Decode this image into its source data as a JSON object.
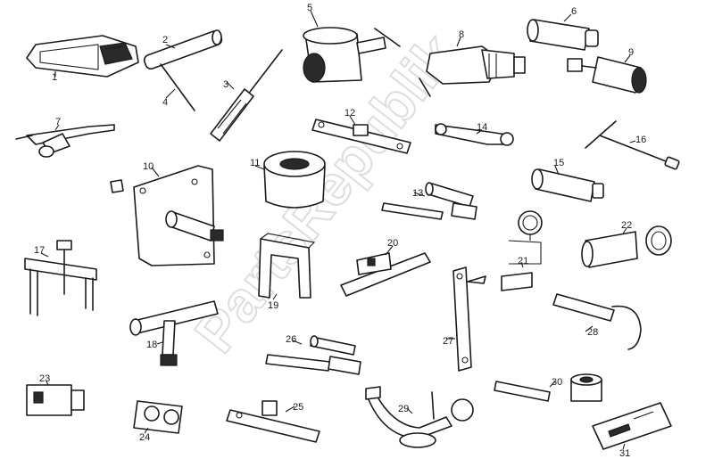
{
  "watermark": "PartsRepublik",
  "parts": [
    {
      "number": "1"
    },
    {
      "number": "2"
    },
    {
      "number": "3"
    },
    {
      "number": "4"
    },
    {
      "number": "5"
    },
    {
      "number": "6"
    },
    {
      "number": "7"
    },
    {
      "number": "8"
    },
    {
      "number": "9"
    },
    {
      "number": "10"
    },
    {
      "number": "11"
    },
    {
      "number": "12"
    },
    {
      "number": "13"
    },
    {
      "number": "14"
    },
    {
      "number": "15"
    },
    {
      "number": "16"
    },
    {
      "number": "17"
    },
    {
      "number": "18"
    },
    {
      "number": "19"
    },
    {
      "number": "20"
    },
    {
      "number": "21"
    },
    {
      "number": "22"
    },
    {
      "number": "23"
    },
    {
      "number": "24"
    },
    {
      "number": "25"
    },
    {
      "number": "26"
    },
    {
      "number": "27"
    },
    {
      "number": "28"
    },
    {
      "number": "29"
    },
    {
      "number": "30"
    },
    {
      "number": "31"
    }
  ]
}
